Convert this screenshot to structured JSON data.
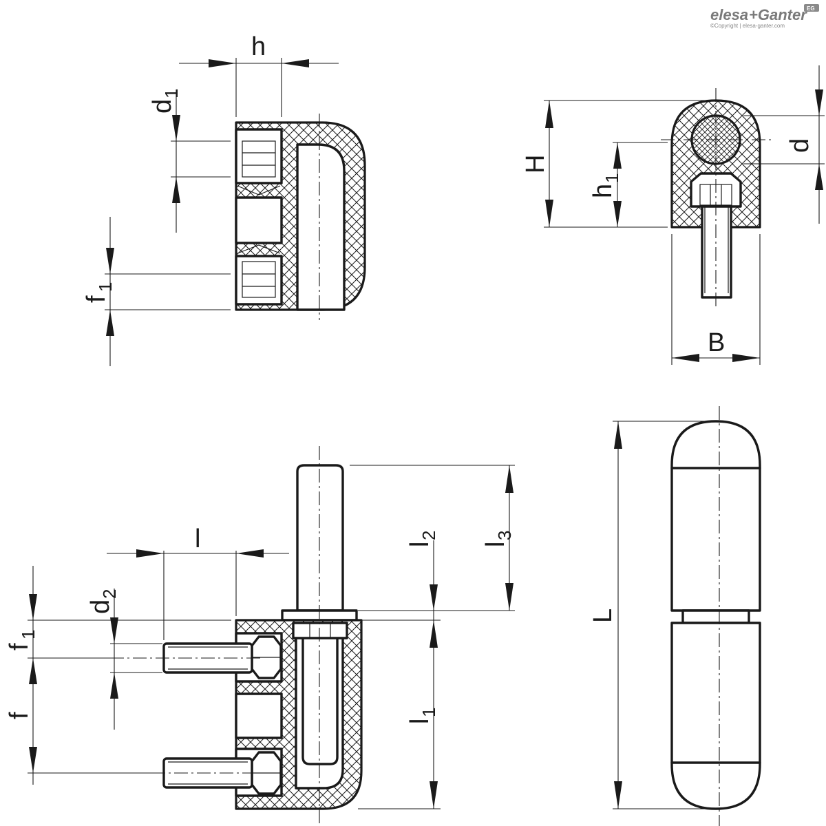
{
  "brand": {
    "name_a": "elesa",
    "name_b": "+Ganter",
    "copyright": "©Copyright | elesa-ganter.com",
    "badge": "EG",
    "badge_color": "#8a8a8a"
  },
  "views": {
    "top_left": {
      "dims": [
        {
          "sym": "h",
          "sub": ""
        },
        {
          "sym": "d",
          "sub": "1"
        },
        {
          "sym": "f",
          "sub": "1"
        }
      ]
    },
    "top_right": {
      "dims": [
        {
          "sym": "H",
          "sub": ""
        },
        {
          "sym": "h",
          "sub": "1"
        },
        {
          "sym": "d",
          "sub": ""
        },
        {
          "sym": "B",
          "sub": ""
        }
      ]
    },
    "bottom_left": {
      "dims": [
        {
          "sym": "l",
          "sub": ""
        },
        {
          "sym": "d",
          "sub": "2"
        },
        {
          "sym": "f",
          "sub": "1"
        },
        {
          "sym": "f",
          "sub": ""
        },
        {
          "sym": "l",
          "sub": "1"
        },
        {
          "sym": "l",
          "sub": "2"
        },
        {
          "sym": "l",
          "sub": "3"
        }
      ]
    },
    "bottom_right": {
      "dims": [
        {
          "sym": "L",
          "sub": ""
        }
      ]
    }
  }
}
